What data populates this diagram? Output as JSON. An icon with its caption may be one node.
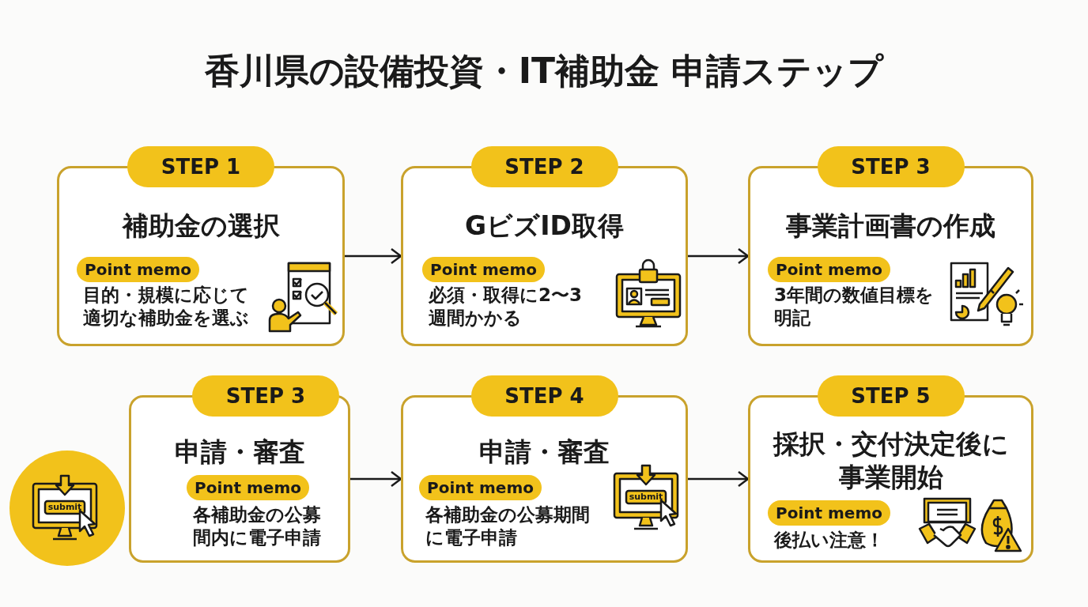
{
  "diagram": {
    "title": "香川県の設備投資・IT補助金 申請ステップ",
    "nodes": [
      {
        "text": [
          "STEP 1",
          "補助金の選択",
          "Point memo",
          "目的・規模に応じて適切な補助金を選ぶ"
        ]
      },
      {
        "text": [
          "STEP 2",
          "GビズID取得",
          "Point memo",
          "必須・取得に2〜3週間かかる"
        ]
      },
      {
        "text": [
          "STEP 3",
          "事業計画書の作成",
          "Point memo",
          "3年間の数値目標を明記"
        ]
      },
      {
        "text": [
          "STEP 3",
          "申請・審査",
          "Point memo",
          "各補助金の公募間内に電子申請"
        ]
      },
      {
        "text": [
          "STEP 4",
          "申請・審査",
          "Point memo",
          "各補助金の公募期間に電子申請"
        ]
      },
      {
        "text": [
          "STEP 5",
          "採択・交付決定後に事業開始",
          "Point memo",
          "後払い注意！"
        ]
      }
    ],
    "edges": [
      {
        "from": 0,
        "to": 1,
        "arrow": "to"
      },
      {
        "from": 1,
        "to": 2,
        "arrow": "to"
      },
      {
        "from": 3,
        "to": 4,
        "arrow": "to"
      },
      {
        "from": 4,
        "to": 5,
        "arrow": "to"
      }
    ],
    "labels": [
      "submit",
      "submit"
    ]
  }
}
